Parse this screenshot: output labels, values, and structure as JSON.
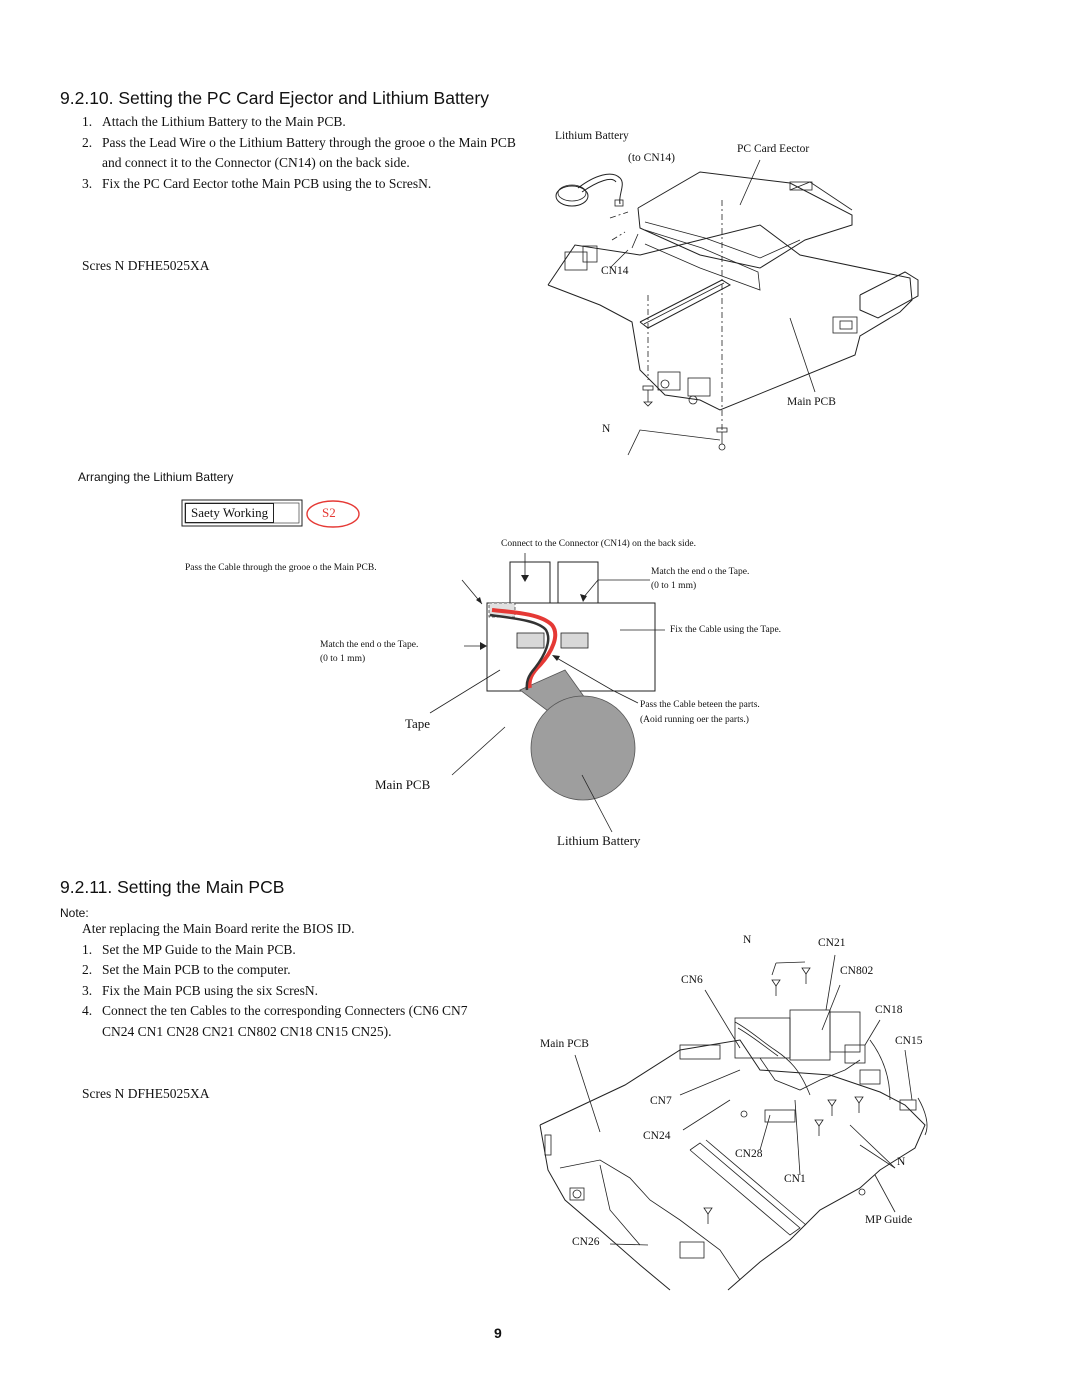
{
  "section1": {
    "title": "9.2.10.  Setting the PC Card Ejector and Lithium Battery",
    "steps": [
      {
        "num": "1.",
        "text": "Attach the Lithium Battery to the Main PCB."
      },
      {
        "num": "2.",
        "text": "Pass the Lead Wire o the Lithium Battery through the grooe o the Main PCB and connect it to the Connector (CN14) on the back side."
      },
      {
        "num": "3.",
        "text": "Fix the PC Card Eector tothe Main PCB using the to ScresN."
      }
    ],
    "screw_note": "Scres N DFHE5025XA",
    "figure_labels": {
      "lithium_battery": "Lithium Battery",
      "to_cn14": "(to CN14)",
      "pc_card_ejector": "PC Card Eector",
      "cn14": "CN14",
      "main_pcb": "Main PCB",
      "n": "N"
    }
  },
  "arranging": {
    "title": "Arranging the Lithium Battery",
    "safety_box": "Saety Working",
    "safety_code": "S2",
    "callouts": {
      "connect": "Connect to the Connector (CN14) on the back side.",
      "pass_groove": "Pass the Cable through the grooe o the Main PCB.",
      "match_right_1": "Match the end o the Tape.",
      "match_right_2": "(0 to 1 mm)",
      "fix_cable": "Fix the Cable using the Tape.",
      "match_left_1": "Match the end o the Tape.",
      "match_left_2": "(0 to 1 mm)",
      "pass_between_1": "Pass the Cable beteen the parts.",
      "pass_between_2": "(Aoid running oer the parts.)",
      "tape": "Tape",
      "main_pcb": "Main PCB",
      "lithium_battery": "Lithium Battery"
    }
  },
  "section2": {
    "title": "9.2.11.  Setting the Main PCB",
    "note_label": "Note:",
    "note_text": "Ater replacing the Main Board rerite the BIOS ID.",
    "steps": [
      {
        "num": "1.",
        "text": "Set the MP Guide to the Main PCB."
      },
      {
        "num": "2.",
        "text": "Set the Main PCB to the computer."
      },
      {
        "num": "3.",
        "text": "Fix the Main PCB using the six ScresN."
      },
      {
        "num": "4.",
        "text": "Connect the ten Cables to the corresponding Connecters (CN6 CN7 CN24 CN1 CN28 CN21 CN802 CN18 CN15 CN25)."
      }
    ],
    "screw_note": "Scres N DFHE5025XA",
    "figure_labels": {
      "n_top": "N",
      "cn21": "CN21",
      "cn802": "CN802",
      "cn6": "CN6",
      "cn18": "CN18",
      "main_pcb": "Main PCB",
      "cn15": "CN15",
      "cn7": "CN7",
      "cn24": "CN24",
      "cn28": "CN28",
      "n_right": "N",
      "cn1": "CN1",
      "mp_guide": "MP Guide",
      "cn26": "CN26"
    }
  },
  "page_number": "9",
  "colors": {
    "cable_red": "#e53935",
    "cable_black": "#333333",
    "battery_gray": "#9e9e9e",
    "tape_gray": "#d8d8d8",
    "badge_red": "#e53935"
  }
}
